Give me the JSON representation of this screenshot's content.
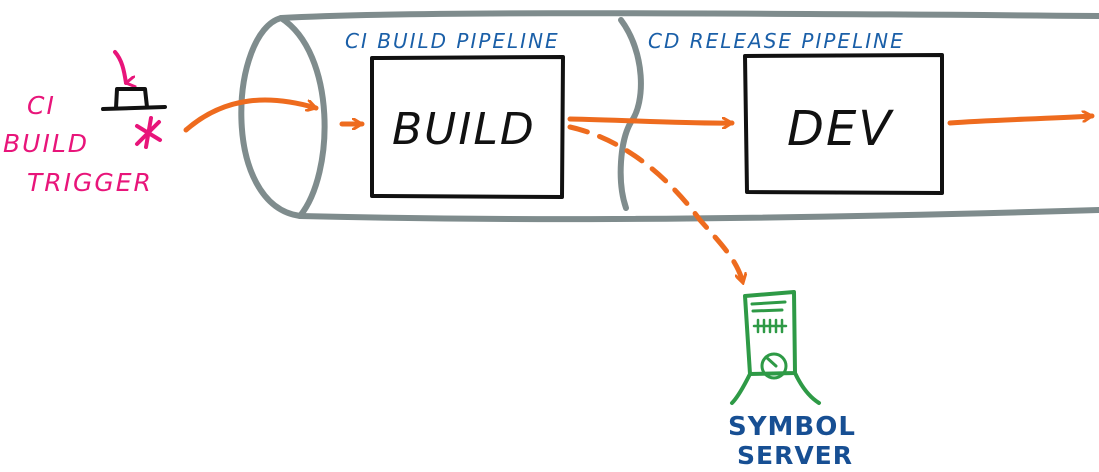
{
  "labels": {
    "ci_pipeline": "CI BUILD PIPELINE",
    "cd_pipeline": "CD RELEASE PIPELINE",
    "trigger_line1": "CI",
    "trigger_line2": "BUILD",
    "trigger_line3": "TRIGGER",
    "build_box": "BUILD",
    "dev_box": "DEV",
    "symbol_line1": "SYMBOL",
    "symbol_line2": "SERVER"
  },
  "colors": {
    "pipe": "#7f8c8d",
    "pipe_text": "#1a5fa8",
    "arrow": "#ee6b1e",
    "trigger": "#e8157a",
    "box": "#111111",
    "server": "#2e9a46",
    "server_text": "#174f93"
  },
  "icons": {
    "trigger": "ci-trigger-icon",
    "server": "symbol-server-icon"
  }
}
